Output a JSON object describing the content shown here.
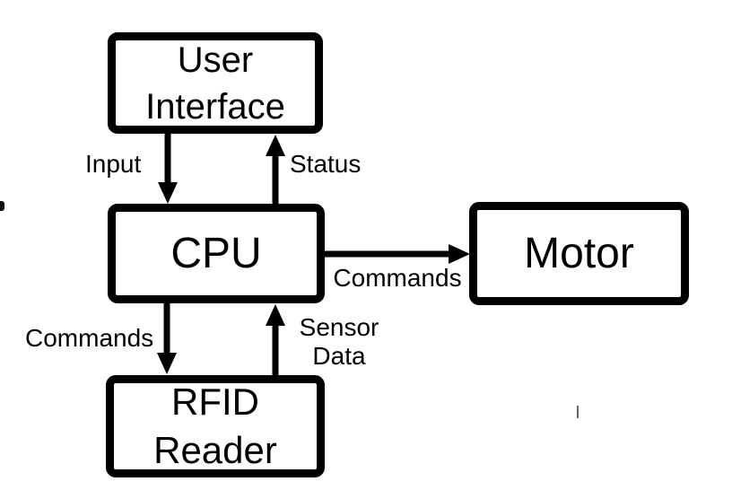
{
  "diagram": {
    "background": "#ffffff",
    "stroke_color": "#000000",
    "text_color": "#000000",
    "box_fill": "#ffffff",
    "nodes": {
      "user_interface": {
        "line1": "User",
        "line2": "Interface"
      },
      "cpu": {
        "label": "CPU"
      },
      "motor": {
        "label": "Motor"
      },
      "rfid_reader": {
        "line1": "RFID",
        "line2": "Reader"
      }
    },
    "edges": {
      "ui_to_cpu": {
        "label": "Input",
        "direction": "down"
      },
      "cpu_to_ui": {
        "label": "Status",
        "direction": "up"
      },
      "cpu_to_motor": {
        "label": "Commands",
        "direction": "right"
      },
      "cpu_to_rfid": {
        "label": "Commands",
        "direction": "down"
      },
      "rfid_to_cpu": {
        "label_line1": "Sensor",
        "label_line2": "Data",
        "direction": "up"
      }
    }
  }
}
